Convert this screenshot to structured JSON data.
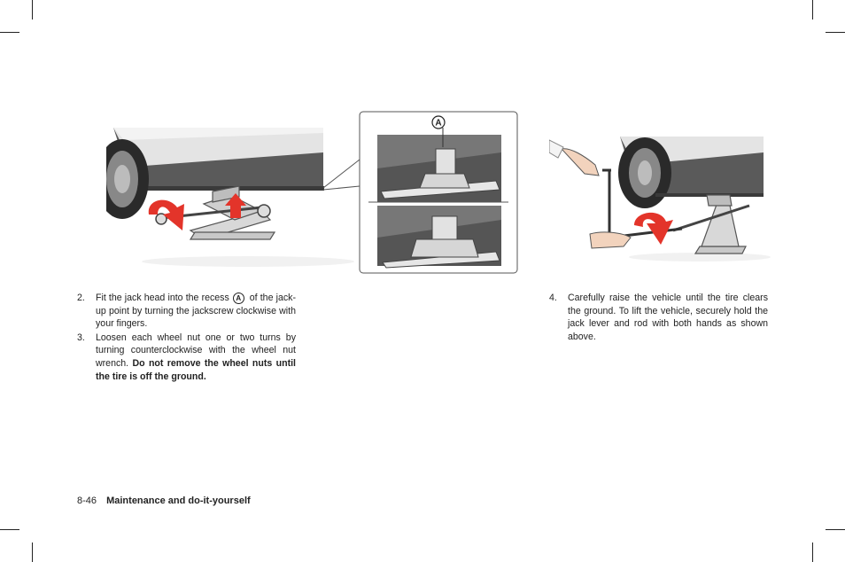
{
  "figure": {
    "callout_label": "A"
  },
  "steps_left": [
    {
      "number": "2.",
      "text_before": "Fit the jack head into the recess",
      "marker": "A",
      "text_after": "of the jack-up point by turning the jackscrew clockwise with your fingers."
    },
    {
      "number": "3.",
      "text": "Loosen each wheel nut one or two turns by turning counterclockwise with the wheel nut wrench.",
      "bold_text": "Do not remove the wheel nuts until the tire is off the ground."
    }
  ],
  "steps_right": [
    {
      "number": "4.",
      "text": "Carefully raise the vehicle until the tire clears the ground. To lift the vehicle, securely hold the jack lever and rod with both hands as shown above."
    }
  ],
  "footer": {
    "page_number": "8-46",
    "section_title": "Maintenance and do-it-yourself"
  },
  "colors": {
    "arrow_red": "#e3342a",
    "car_gray": "#5a5a5a"
  }
}
